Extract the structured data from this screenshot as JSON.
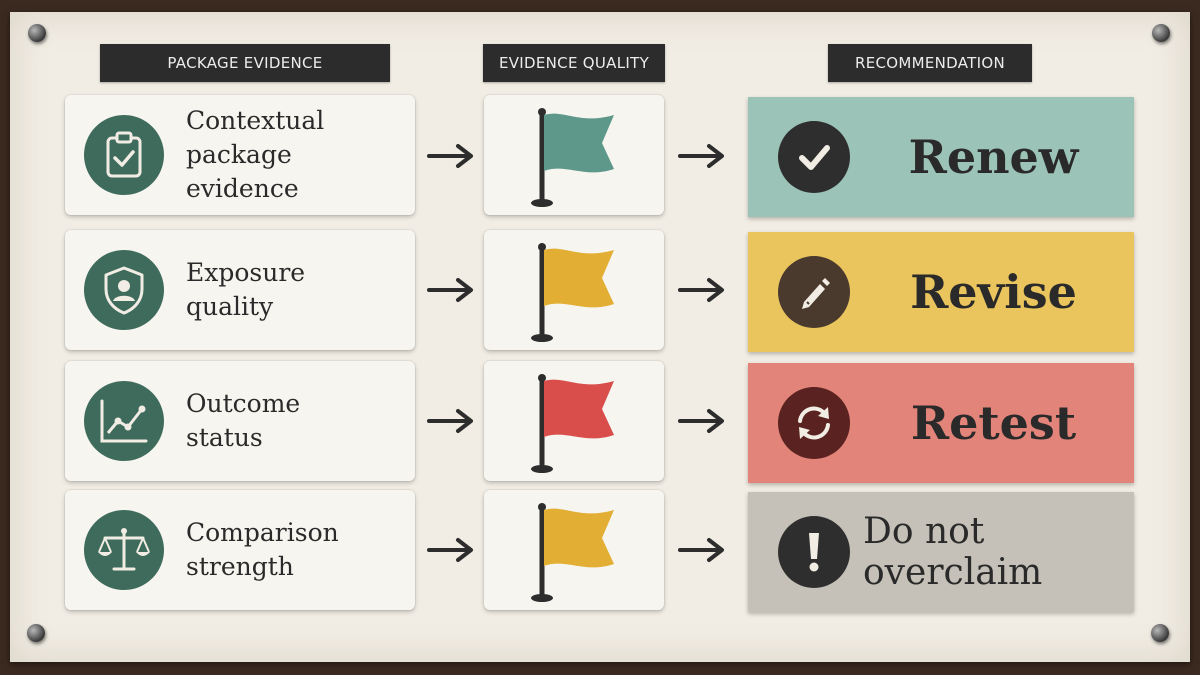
{
  "headers": {
    "package_evidence": "PACKAGE EVIDENCE",
    "evidence_quality": "EVIDENCE QUALITY",
    "recommendation": "RECOMMENDATION"
  },
  "rows": [
    {
      "evidence_line1": "Contextual",
      "evidence_line2": "package evidence",
      "evidence_icon": "clipboard-check-icon",
      "flag_color": "#5e988a",
      "recommendation": "Renew",
      "rec_icon": "check-icon",
      "rec_bg": "#9cc3b7"
    },
    {
      "evidence_line1": "Exposure",
      "evidence_line2": "quality",
      "evidence_icon": "shield-user-icon",
      "flag_color": "#e3ae34",
      "recommendation": "Revise",
      "rec_icon": "pencil-icon",
      "rec_bg": "#eac55e"
    },
    {
      "evidence_line1": "Outcome",
      "evidence_line2": "status",
      "evidence_icon": "line-chart-icon",
      "flag_color": "#d94e4b",
      "recommendation": "Retest",
      "rec_icon": "refresh-icon",
      "rec_bg": "#e28479"
    },
    {
      "evidence_line1": "Comparison",
      "evidence_line2": "strength",
      "evidence_icon": "scales-icon",
      "flag_color": "#e3ae34",
      "recommendation": "Do not overclaim",
      "rec_icon": "exclamation-icon",
      "rec_bg": "#c6c1b8"
    }
  ],
  "colors": {
    "icon_circle": "#3e6b5c",
    "header_bg": "#2c2c2c",
    "text_dark": "#2a2a2a"
  }
}
